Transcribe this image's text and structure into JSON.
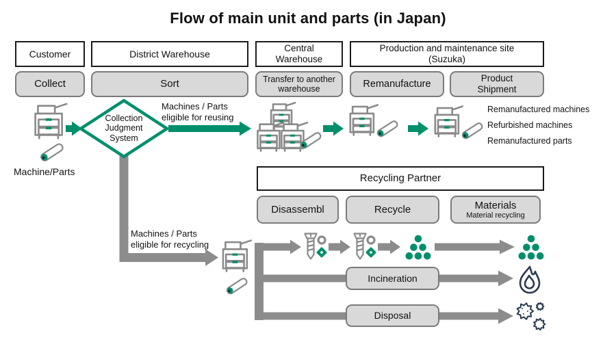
{
  "title": "Flow of main unit and parts (in Japan)",
  "stage_headers": {
    "customer": "Customer",
    "district_warehouse": "District Warehouse",
    "central_warehouse": "Central Warehouse",
    "production_site": "Production and maintenance site (Suzuka)",
    "recycling_partner": "Recycling Partner"
  },
  "process_boxes": {
    "collect": "Collect",
    "sort": "Sort",
    "transfer": "Transfer to another warehouse",
    "remanufacture": "Remanufacture",
    "product_shipment": "Product Shipment",
    "disassemble": "Disassembl",
    "recycle": "Recycle",
    "materials": "Materials",
    "materials_sub": "Material recycling",
    "incineration": "Incineration",
    "disposal": "Disposal"
  },
  "labels": {
    "machine_parts": "Machine/Parts",
    "collection_judgment_system": "Collection Judgment System",
    "eligible_reusing": "Machines / Parts eligible for reusing",
    "eligible_recycling": "Machines / Parts eligible for recycling"
  },
  "outputs": [
    "Remanufactured machines",
    "Refurbished machines",
    "Remanufactured parts"
  ],
  "colors": {
    "green": "#008f6b",
    "arrow_gray": "#8c8c8c",
    "box_fill": "#d9d9d9",
    "box_border": "#7a7a7a",
    "icon_gray": "#8a8a8a",
    "icon_dark": "#2b3a4f"
  }
}
